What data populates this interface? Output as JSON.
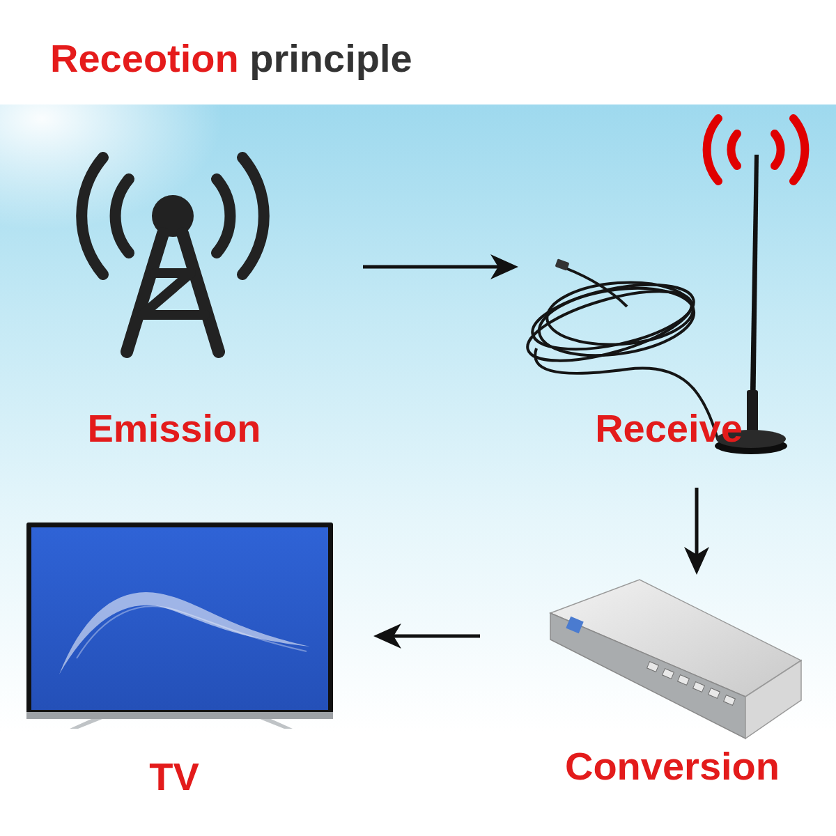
{
  "diagram": {
    "title": "Receotion principle",
    "nodes": [
      {
        "text": [
          "Emission"
        ]
      },
      {
        "text": [
          "Receive"
        ]
      },
      {
        "text": [
          "Conversion"
        ]
      },
      {
        "text": [
          "TV"
        ]
      }
    ],
    "edges": [
      {
        "from": 0,
        "to": 1,
        "arrow": "to"
      },
      {
        "from": 1,
        "to": 2,
        "arrow": "to"
      },
      {
        "from": 2,
        "to": 3,
        "arrow": "to"
      }
    ]
  }
}
